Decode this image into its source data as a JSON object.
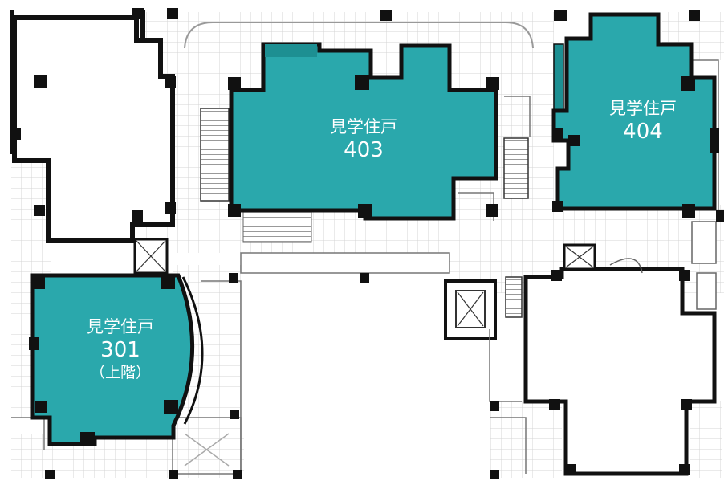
{
  "colors": {
    "unit": "#2aa8ac",
    "wall": "#111111",
    "grid": "#d2d2d2",
    "line": "#8a8a8a",
    "background": "#ffffff"
  },
  "units": [
    {
      "id": "403",
      "title": "見学住戸",
      "number": "403",
      "note": ""
    },
    {
      "id": "404",
      "title": "見学住戸",
      "number": "404",
      "note": ""
    },
    {
      "id": "301",
      "title": "見学住戸",
      "number": "301",
      "note": "（上階）"
    }
  ]
}
